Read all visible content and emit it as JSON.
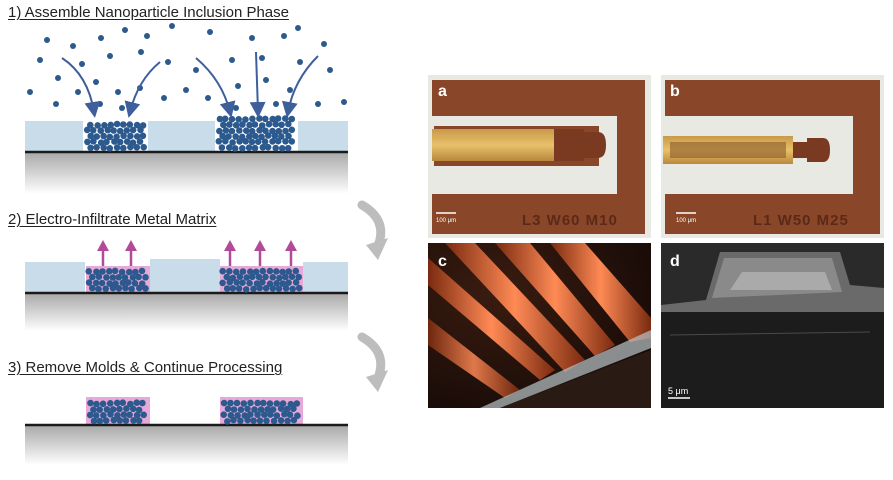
{
  "steps": [
    {
      "title": "1) Assemble Nanoparticle Inclusion Phase"
    },
    {
      "title": "2) Electro-Infiltrate Metal Matrix"
    },
    {
      "title": "3) Remove Molds & Continue Processing"
    }
  ],
  "micrographs": {
    "a": {
      "label": "a",
      "scale": "100 μm",
      "text": "L3 W60 M10"
    },
    "b": {
      "label": "b",
      "scale": "100 μm",
      "text": "L1 W50 M25"
    },
    "c": {
      "label": "c"
    },
    "d": {
      "label": "d",
      "scale": "5 μm"
    }
  },
  "colors": {
    "particle": "#2d5a8e",
    "mold": "#c8dce9",
    "arrow": "#b24a9a",
    "metal": "#e7a9d8",
    "substrate_line": "#1a1a1a",
    "transition_arrow": "#bfbfbf"
  }
}
